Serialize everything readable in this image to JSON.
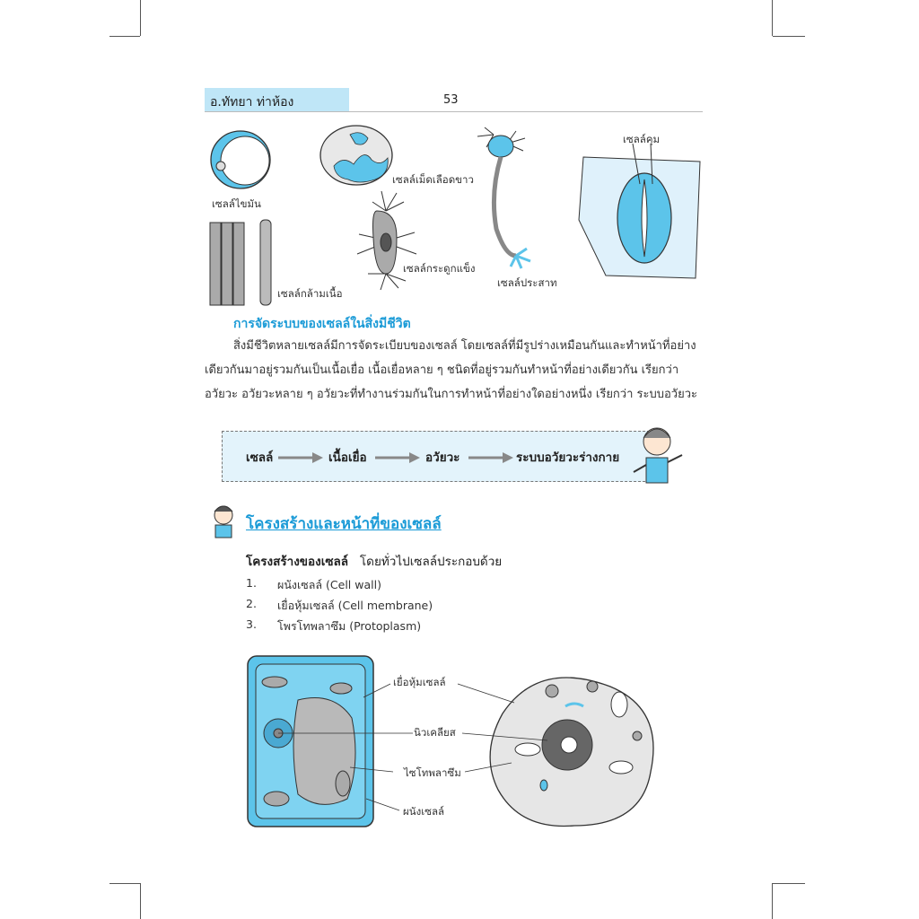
{
  "header": {
    "author": "อ.ทัทยา ท่าห้อง",
    "page_number": "53"
  },
  "cells_figure": {
    "labels": {
      "fat_cell": "เซลล์ไขมัน",
      "white_blood_cell": "เซลล์เม็ดเลือดขาว",
      "nerve_cell": "เซลล์ประสาท",
      "guard_cell": "เซลล์คุม",
      "bone_cell": "เซลล์กระดูกแข็ง",
      "muscle_cell": "เซลล์กล้ามเนื้อ"
    }
  },
  "section": {
    "title": "การจัดระบบของเซลล์ในสิ่งมีชีวิต",
    "para_lines": [
      "สิ่งมีชีวิตหลายเซลล์มีการจัดระเบียบของเซลล์ โดยเซลล์ที่มีรูปร่างเหมือนกันและทำหน้าที่อย่าง",
      "เดียวกันมาอยู่รวมกันเป็นเนื้อเยื่อ เนื้อเยื่อหลาย ๆ ชนิดที่อยู่รวมกันทำหน้าที่อย่างเดียวกัน เรียกว่า",
      "อวัยวะ อวัยวะหลาย ๆ อวัยวะที่ทำงานร่วมกันในการทำหน้าที่อย่างใดอย่างหนึ่ง เรียกว่า ระบบอวัยวะ"
    ]
  },
  "flow": [
    "เซลล์",
    "เนื้อเยื่อ",
    "อวัยวะ",
    "ระบบอวัยวะร่างกาย"
  ],
  "structure": {
    "heading": "โครงสร้างและหน้าที่ของเซลล์",
    "subtitle_bold": "โครงสร้างของเซลล์",
    "subtitle_rest": "โดยทั่วไปเซลล์ประกอบด้วย",
    "items": [
      {
        "num": "1.",
        "text": "ผนังเซลล์ (Cell wall)"
      },
      {
        "num": "2.",
        "text": "เยื่อหุ้มเซลล์ (Cell membrane)"
      },
      {
        "num": "3.",
        "text": "โพรโทพลาซึม (Protoplasm)"
      }
    ]
  },
  "diagram": {
    "labels": {
      "membrane": "เยื่อหุ้มเซลล์",
      "nucleus": "นิวเคลียส",
      "cytoplasm": "ไซโทพลาซึม",
      "cell_wall": "ผนังเซลล์"
    }
  },
  "colors": {
    "accent": "#1b9bd7",
    "light_blue": "#bfe6f7",
    "cell_blue": "#5cc4ea"
  }
}
